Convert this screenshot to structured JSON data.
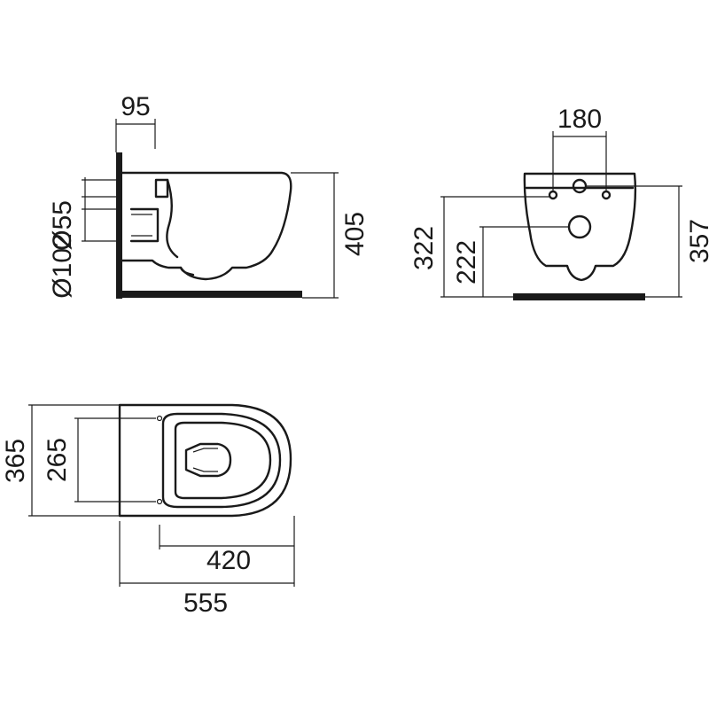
{
  "side_view": {
    "dim_top": "95",
    "dim_outlet_small": "Ø55",
    "dim_outlet_large": "Ø102",
    "dim_height": "405"
  },
  "front_view": {
    "dim_bolt_spacing": "180",
    "dim_left_outer": "322",
    "dim_left_inner": "222",
    "dim_right_height": "357"
  },
  "top_view": {
    "dim_outer_width": "365",
    "dim_inner_width": "265",
    "dim_inner_length": "420",
    "dim_total_length": "555"
  }
}
